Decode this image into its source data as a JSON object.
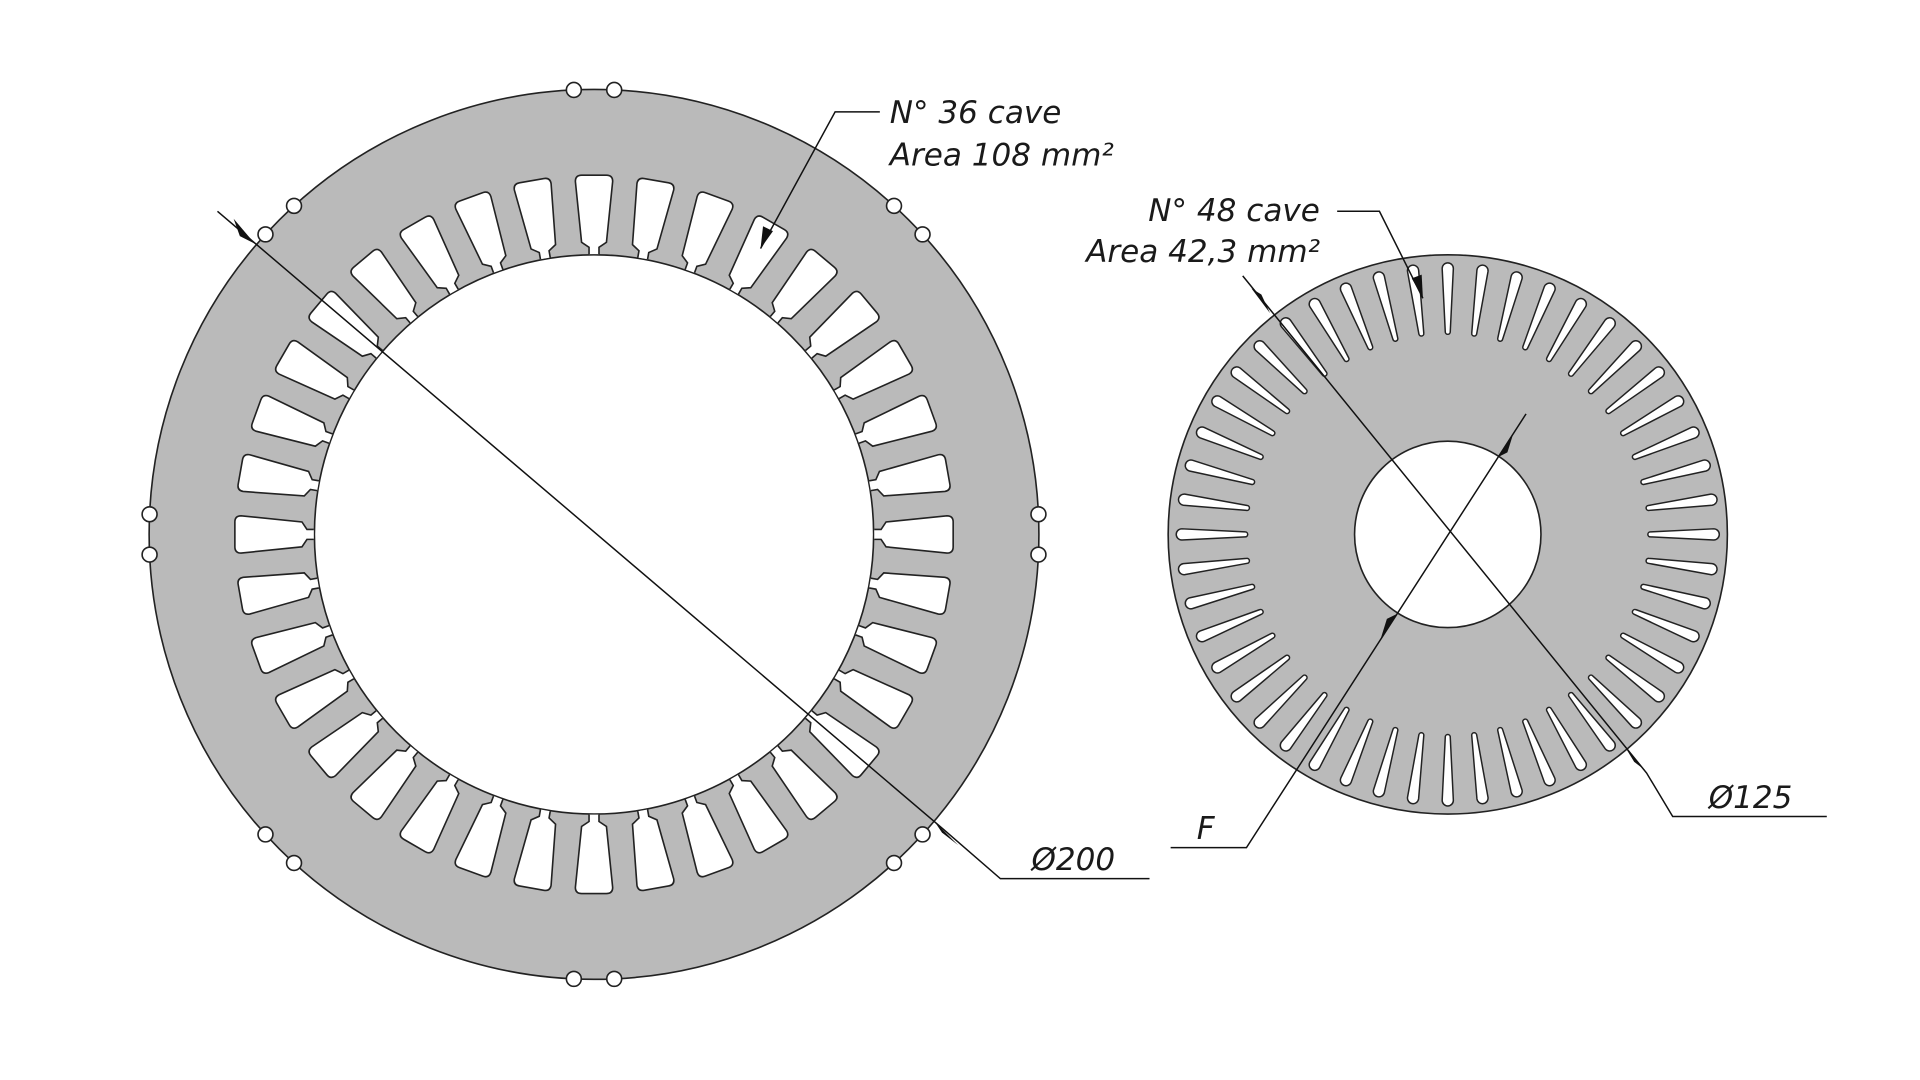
{
  "stator": {
    "slot_count": 36,
    "label_slots": "N° 36 cave",
    "label_area": "Area 108 mm²",
    "diameter_label": "Ø200"
  },
  "rotor": {
    "slot_count": 48,
    "label_slots": "N° 48 cave",
    "label_area": "Area 42,3 mm²",
    "diameter_label": "Ø125",
    "shaft_label": "F"
  },
  "colors": {
    "lamination": "#bababa",
    "line": "#222222"
  }
}
